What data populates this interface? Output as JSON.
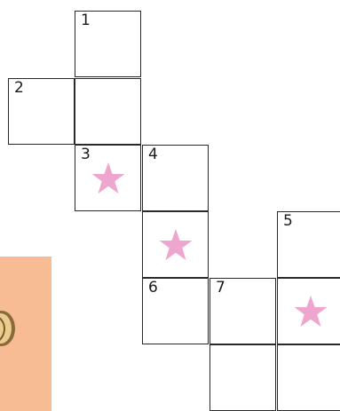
{
  "puzzle": {
    "clue_numbers": [
      "1",
      "2",
      "3",
      "4",
      "5",
      "6",
      "7"
    ]
  },
  "colors": {
    "star": "#eea6cf",
    "grid_line": "#2a2a2a",
    "side_card": "#f8bc95"
  },
  "icons": {
    "star": "star-icon",
    "side_image": "bean-icon"
  }
}
